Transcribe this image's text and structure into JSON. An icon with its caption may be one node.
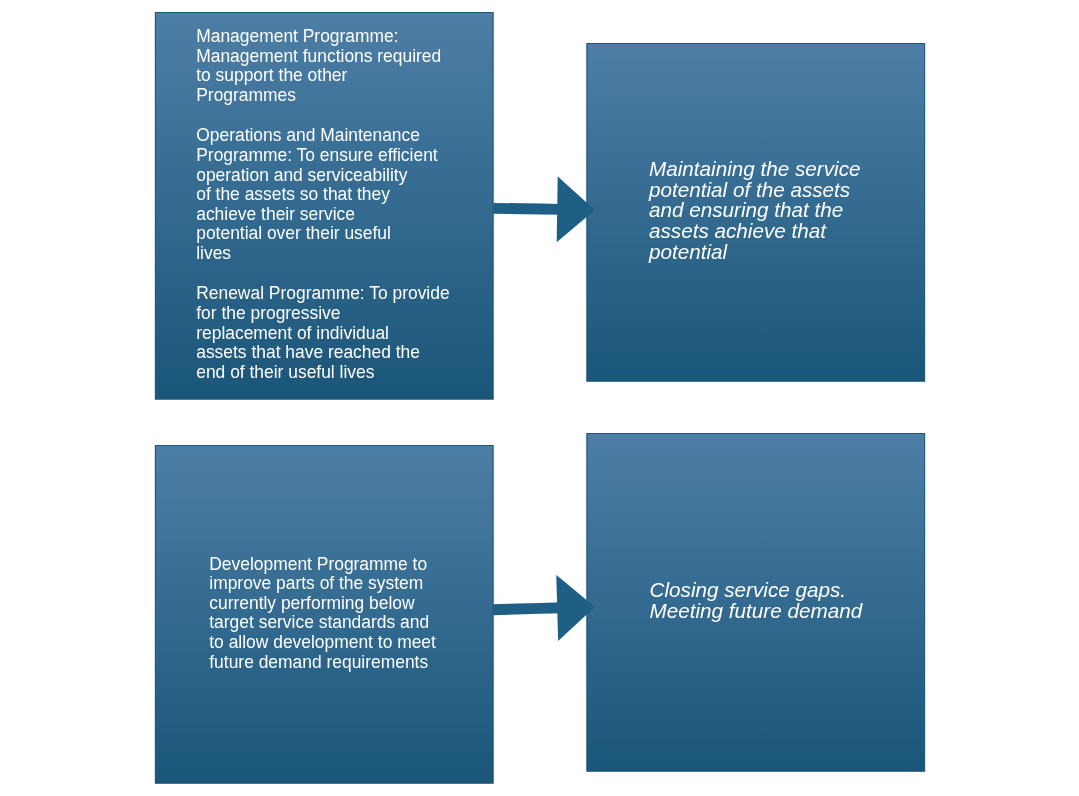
{
  "diagram": {
    "nodes": [
      {
        "text": [
          "Management Programme: Management functions required to support the other Programmes",
          "Operations and Maintenance Programme: To ensure efficient operation and serviceability of the assets so that they achieve their service potential over their useful lives",
          "Renewal Programme: To provide for the progressive replacement of individual assets that have reached the end of their useful lives"
        ]
      },
      {
        "text": [
          "Maintaining the service potential of the assets and ensuring that the assets achieve that potential"
        ]
      },
      {
        "text": [
          "Development Programme to improve parts of the system currently performing below target service standards and to allow development to meet future demand requirements"
        ]
      },
      {
        "text": [
          "Closing service gaps. Meeting future demand"
        ]
      }
    ],
    "edges": [
      {
        "from": 0,
        "to": 1,
        "arrow": "to"
      },
      {
        "from": 2,
        "to": 3,
        "arrow": "to"
      }
    ]
  }
}
